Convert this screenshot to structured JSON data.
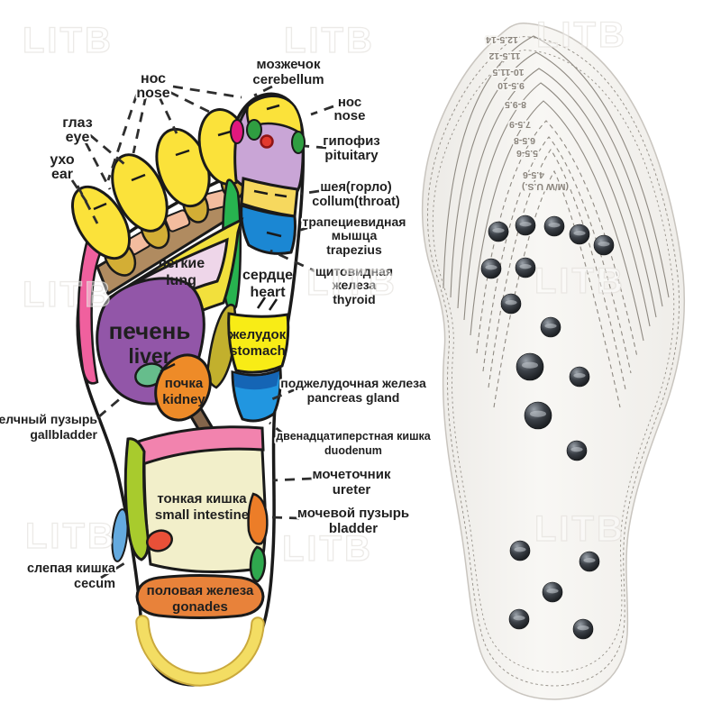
{
  "watermark": {
    "text": "LITB"
  },
  "diagram": {
    "labels": {
      "nose_top": {
        "ru": "нос",
        "en": "nose"
      },
      "eye": {
        "ru": "глаз",
        "en": "eye"
      },
      "ear": {
        "ru": "ухо",
        "en": "ear"
      },
      "cerebellum": {
        "ru": "мозжечок",
        "en": "cerebellum"
      },
      "nose_right": {
        "ru": "нос",
        "en": "nose"
      },
      "pituitary": {
        "ru": "гипофиз",
        "en": "pituitary"
      },
      "collum": {
        "ru": "шея(горло)",
        "en": "collum(throat)"
      },
      "trapezius": {
        "ru1": "трапециевидная",
        "ru2": "мышца",
        "en": "trapezius"
      },
      "thyroid": {
        "ru1": "щитовидная",
        "ru2": "железа",
        "en": "thyroid"
      },
      "lung": {
        "ru": "легкие",
        "en": "lung"
      },
      "heart": {
        "ru": "сердце",
        "en": "heart"
      },
      "liver": {
        "ru": "печень",
        "en": "liver"
      },
      "stomach": {
        "ru": "желудок",
        "en": "stomach"
      },
      "kidney": {
        "ru": "почка",
        "en": "kidney"
      },
      "pancreas": {
        "ru": "поджелудочная железа",
        "en": "pancreas gland"
      },
      "gallbladder": {
        "ru": "желчный пузырь",
        "en": "gallbladder"
      },
      "duodenum": {
        "ru": "двенадцатиперстная кишка",
        "en": "duodenum"
      },
      "ureter": {
        "ru": "мочеточник",
        "en": "ureter"
      },
      "bladder": {
        "ru": "мочевой пузырь",
        "en": "bladder"
      },
      "small_intestine": {
        "ru": "тонкая кишка",
        "en": "small intestine"
      },
      "cecum": {
        "ru": "слепая кишка",
        "en": "cecum"
      },
      "gonades": {
        "ru": "половая железа",
        "en": "gonades"
      }
    },
    "colors": {
      "outline": "#1a1a1a",
      "toe": "#fbe23a",
      "toe_pad": "#d3ae35",
      "webbing": "#b08b60",
      "webbing_pad": "#f3bc9e",
      "big_toe": "#c9a5d6",
      "big_toe_cap": "#fbe23a",
      "big_toe_green": "#2f9e41",
      "big_toe_crimson": "#e0187e",
      "big_toe_red": "#e23a2e",
      "ear_band": "#f0609e",
      "neck_band": "#f6d85e",
      "trapezius": "#1b87d3",
      "green_strip": "#27b34f",
      "ball": "#f2e03c",
      "lung": "#eed6e9",
      "olive": "#c2b02d",
      "liver": "#9256a8",
      "liver_text": "#45175e",
      "gallbladder": "#66bd8c",
      "kidney": "#ee8b28",
      "ureter": "#83654b",
      "stomach": "#f8ec16",
      "duodenum": "#2196e0",
      "duodenum_dark": "#1565b5",
      "pink_band": "#f283ae",
      "colon": "#a8cb2d",
      "cecum": "#64aadf",
      "intestine": "#f2efca",
      "red_spot": "#e85038",
      "orange_strip": "#ec7d28",
      "green_strip2": "#2fa84e",
      "gonades": "#e8823a",
      "heel": "#f3dd63"
    }
  },
  "insole": {
    "size_labels": [
      "12.5-14",
      "11.5-12",
      "10-11.5",
      "9.5-10",
      "8-9.5",
      "7.5-9",
      "6.5-8",
      "5.5-6",
      "4.5-6"
    ],
    "size_unit": "(M/W U.S.)",
    "magnets": {
      "count": 18,
      "positions": [
        [
          553,
          257
        ],
        [
          583,
          250
        ],
        [
          615,
          251
        ],
        [
          643,
          260
        ],
        [
          670,
          272
        ],
        [
          545,
          298
        ],
        [
          583,
          297
        ],
        [
          567,
          337
        ],
        [
          611,
          363
        ],
        [
          588,
          407,
          15
        ],
        [
          643,
          418
        ],
        [
          597,
          461,
          15
        ],
        [
          640,
          500
        ],
        [
          577,
          611
        ],
        [
          654,
          623
        ],
        [
          613,
          657
        ],
        [
          576,
          687
        ],
        [
          647,
          698
        ]
      ]
    }
  }
}
